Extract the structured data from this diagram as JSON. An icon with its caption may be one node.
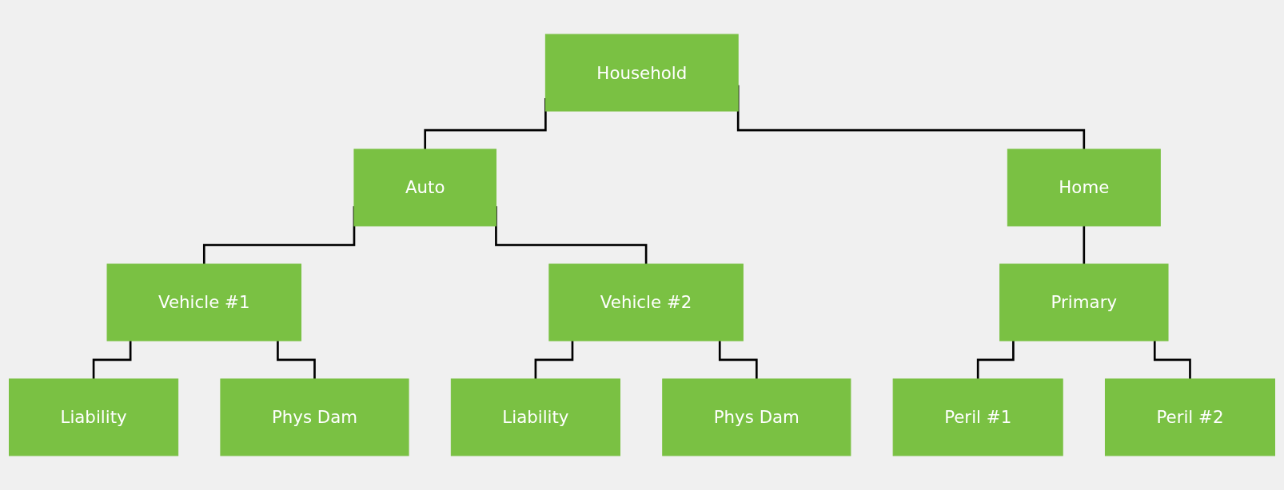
{
  "diagram": {
    "nodes": [
      {
        "text": [
          "Household"
        ]
      },
      {
        "text": [
          "Auto"
        ]
      },
      {
        "text": [
          "Home"
        ]
      },
      {
        "text": [
          "Vehicle #1"
        ]
      },
      {
        "text": [
          "Vehicle #2"
        ]
      },
      {
        "text": [
          "Primary"
        ]
      },
      {
        "text": [
          "Liability"
        ]
      },
      {
        "text": [
          "Phys Dam"
        ]
      },
      {
        "text": [
          "Liability"
        ]
      },
      {
        "text": [
          "Phys Dam"
        ]
      },
      {
        "text": [
          "Peril #1"
        ]
      },
      {
        "text": [
          "Peril #2"
        ]
      }
    ],
    "edges": [
      {
        "from": 0,
        "to": 1,
        "arrow": "none"
      },
      {
        "from": 0,
        "to": 2,
        "arrow": "none"
      },
      {
        "from": 1,
        "to": 3,
        "arrow": "none"
      },
      {
        "from": 1,
        "to": 4,
        "arrow": "none"
      },
      {
        "from": 2,
        "to": 5,
        "arrow": "none"
      },
      {
        "from": 3,
        "to": 6,
        "arrow": "none"
      },
      {
        "from": 3,
        "to": 7,
        "arrow": "none"
      },
      {
        "from": 4,
        "to": 8,
        "arrow": "none"
      },
      {
        "from": 4,
        "to": 9,
        "arrow": "none"
      },
      {
        "from": 5,
        "to": 10,
        "arrow": "none"
      },
      {
        "from": 5,
        "to": 11,
        "arrow": "none"
      }
    ]
  }
}
